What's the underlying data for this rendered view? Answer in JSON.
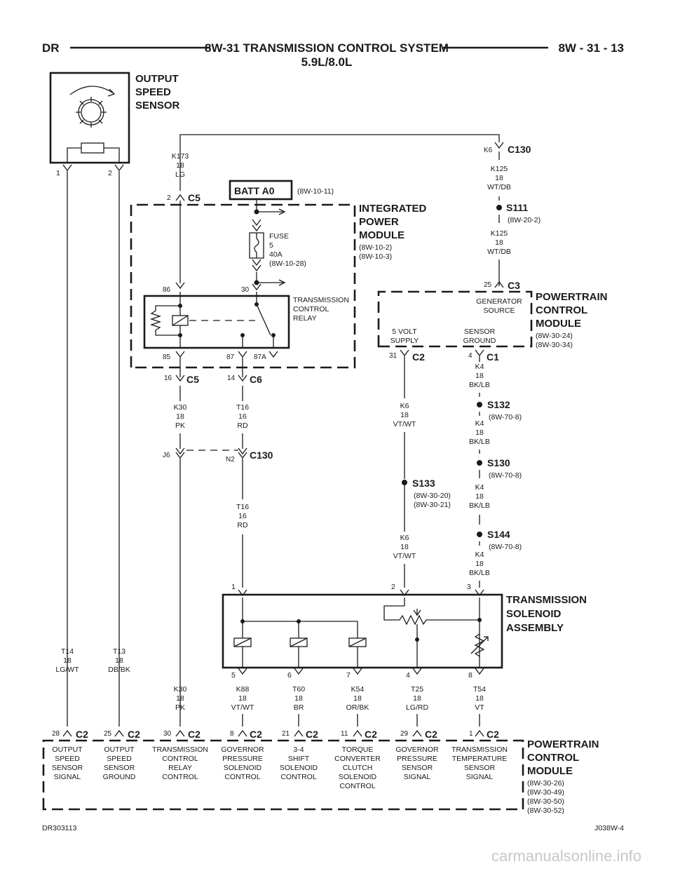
{
  "header": {
    "left": "DR",
    "title_line1": "8W-31 TRANSMISSION CONTROL SYSTEM",
    "title_line2": "5.9L/8.0L",
    "right": "8W - 31 - 13"
  },
  "output_speed_sensor": {
    "label": [
      "OUTPUT",
      "SPEED",
      "SENSOR"
    ],
    "pin1": "1",
    "pin2": "2"
  },
  "ipm": {
    "label": [
      "INTEGRATED",
      "POWER",
      "MODULE"
    ],
    "refs": [
      "(8W-10-2)",
      "(8W-10-3)"
    ],
    "batt": "BATT A0",
    "batt_ref": "(8W-10-11)",
    "fuse": [
      "FUSE",
      "5",
      "40A",
      "(8W-10-28)"
    ],
    "relay": [
      "TRANSMISSION",
      "CONTROL",
      "RELAY"
    ],
    "pin86": "86",
    "pin30": "30",
    "pin85": "85",
    "pin87": "87",
    "pin87a": "87A"
  },
  "connectors": {
    "c5_top_pin": "2",
    "c5": "C5",
    "c5_bot_pin": "16",
    "c6_pin": "14",
    "c6": "C6",
    "c130": "C130",
    "c130_top_pin": "K6",
    "c130_j6": "J6",
    "c130_n2": "N2",
    "c3_pin": "25",
    "c3": "C3",
    "c2_pin": "31",
    "c2": "C2",
    "c1_pin": "4",
    "c1": "C1"
  },
  "wires": {
    "k173": [
      "K173",
      "18",
      "LG"
    ],
    "k125a": [
      "K125",
      "18",
      "WT/DB"
    ],
    "k125b": [
      "K125",
      "18",
      "WT/DB"
    ],
    "k30a": [
      "K30",
      "18",
      "PK"
    ],
    "t16a": [
      "T16",
      "16",
      "RD"
    ],
    "t16b": [
      "T16",
      "16",
      "RD"
    ],
    "k6a": [
      "K6",
      "18",
      "VT/WT"
    ],
    "k6b": [
      "K6",
      "18",
      "VT/WT"
    ],
    "k4a": [
      "K4",
      "18",
      "BK/LB"
    ],
    "k4b": [
      "K4",
      "18",
      "BK/LB"
    ],
    "k4c": [
      "K4",
      "18",
      "BK/LB"
    ],
    "k4d": [
      "K4",
      "18",
      "BK/LB"
    ],
    "t14": [
      "T14",
      "18",
      "LG/WT"
    ],
    "t13": [
      "T13",
      "18",
      "DB/BK"
    ],
    "k30b": [
      "K30",
      "18",
      "PK"
    ],
    "k88": [
      "K88",
      "18",
      "VT/WT"
    ],
    "t60": [
      "T60",
      "18",
      "BR"
    ],
    "k54": [
      "K54",
      "18",
      "OR/BK"
    ],
    "t25": [
      "T25",
      "18",
      "LG/RD"
    ],
    "t54": [
      "T54",
      "18",
      "VT"
    ]
  },
  "splices": {
    "s111": "S111",
    "s111_ref": "(8W-20-2)",
    "s132": "S132",
    "s132_ref": "(8W-70-8)",
    "s130": "S130",
    "s130_ref": "(8W-70-8)",
    "s133": "S133",
    "s133_ref": [
      "(8W-30-20)",
      "(8W-30-21)"
    ],
    "s144": "S144",
    "s144_ref": "(8W-70-8)"
  },
  "pcm_top": {
    "label": [
      "POWERTRAIN",
      "CONTROL",
      "MODULE"
    ],
    "refs": [
      "(8W-30-24)",
      "(8W-30-34)"
    ],
    "gen_source": [
      "GENERATOR",
      "SOURCE"
    ],
    "supply5v": [
      "5 VOLT",
      "SUPPLY"
    ],
    "sensor_ground": [
      "SENSOR",
      "GROUND"
    ]
  },
  "solenoid_assembly": {
    "label": [
      "TRANSMISSION",
      "SOLENOID",
      "ASSEMBLY"
    ],
    "top_pins": [
      "1",
      "2",
      "3"
    ],
    "bottom_pins": [
      "5",
      "6",
      "7",
      "4",
      "8"
    ]
  },
  "pcm_bottom": {
    "label": [
      "POWERTRAIN",
      "CONTROL",
      "MODULE"
    ],
    "refs": [
      "(8W-30-26)",
      "(8W-30-49)",
      "(8W-30-50)",
      "(8W-30-52)"
    ],
    "pins": [
      "28",
      "25",
      "30",
      "8",
      "21",
      "11",
      "29",
      "1"
    ],
    "conn": "C2",
    "functions": [
      [
        "OUTPUT",
        "SPEED",
        "SENSOR",
        "SIGNAL"
      ],
      [
        "OUTPUT",
        "SPEED",
        "SENSOR",
        "GROUND"
      ],
      [
        "TRANSMISSION",
        "CONTROL",
        "RELAY",
        "CONTROL"
      ],
      [
        "GOVERNOR",
        "PRESSURE",
        "SOLENOID",
        "CONTROL"
      ],
      [
        "3-4",
        "SHIFT",
        "SOLENOID",
        "CONTROL"
      ],
      [
        "TORQUE",
        "CONVERTER",
        "CLUTCH",
        "SOLENOID",
        "CONTROL"
      ],
      [
        "GOVERNOR",
        "PRESSURE",
        "SENSOR",
        "SIGNAL"
      ],
      [
        "TRANSMISSION",
        "TEMPERATURE",
        "SENSOR",
        "SIGNAL"
      ]
    ]
  },
  "footer": {
    "left": "DR303113",
    "right": "J038W-4",
    "watermark": "carmanualsonline.info"
  }
}
